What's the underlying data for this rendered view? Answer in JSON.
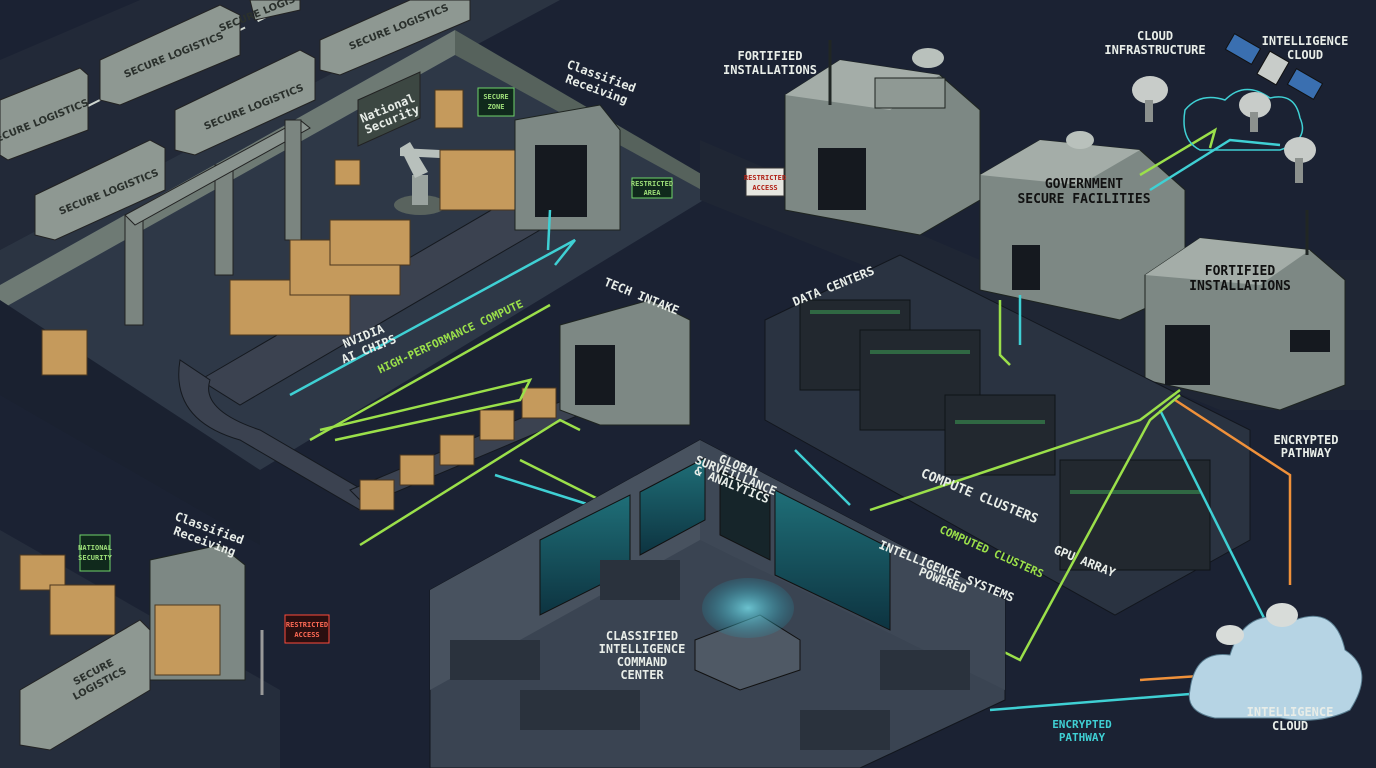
{
  "labels": {
    "classified_receiving_top": [
      "Classified",
      "Receiving"
    ],
    "classified_receiving_bottom": [
      "Classified",
      "Receiving"
    ],
    "national_security_wall": [
      "National",
      "Security"
    ],
    "nvidia_chips": [
      "NVIDIA",
      "AI CHIPS"
    ],
    "high_performance_compute": "HIGH-PERFORMANCE COMPUTE",
    "tech_intake": "TECH INTAKE",
    "fortified_installations_top": [
      "FORTIFIED",
      "INSTALLATIONS"
    ],
    "cloud_infrastructure": [
      "CLOUD",
      "INFRASTRUCTURE"
    ],
    "intelligence_cloud_top": [
      "INTELLIGENCE",
      "CLOUD"
    ],
    "government_secure_facilities": [
      "GOVERNMENT",
      "SECURE FACILITIES"
    ],
    "fortified_installations_right": [
      "FORTIFIED",
      "INSTALLATIONS"
    ],
    "data_centers": "DATA CENTERS",
    "compute_clusters": "COMPUTE CLUSTERS",
    "computed_clusters": "COMPUTED CLUSTERS",
    "gpu_array": "GPU ARRAY",
    "encrypted_pathway_right": [
      "ENCRYPTED",
      "PATHWAY"
    ],
    "encrypted_pathway_bottom": [
      "ENCRYPTED",
      "PATHWAY"
    ],
    "intelligence_cloud_bottom": [
      "INTELLIGENCE",
      "CLOUD"
    ],
    "command_center": [
      "CLASSIFIED",
      "INTELLIGENCE",
      "COMMAND",
      "CENTER"
    ],
    "global_surveillance": [
      "GLOBAL",
      "SURVEILLANCE",
      "& ANALYTICS"
    ],
    "intelligence_systems": [
      "INTELLIGENCE SYSTEMS",
      "POWERED"
    ]
  },
  "trucks": {
    "label_1": "SECURE LOGISTICS",
    "label_2": "SECURE LOGISTICS",
    "label_3": "SECURE LOGISTICS",
    "label_4": "SECURE LOGISTICS",
    "label_5": "SECURE LOGISTICS",
    "label_6": "SECURE LOGISTICS",
    "label_bottom": [
      "SECURE",
      "LOGISTICS"
    ]
  },
  "signs": {
    "receiving_green": [
      "RESTRICTED",
      "AREA"
    ],
    "warehouse_green_small": [
      "SECURE",
      "ZONE"
    ],
    "bottom_national_security": [
      "NATIONAL",
      "SECURITY"
    ],
    "restricted_access": [
      "RESTRICTED",
      "ACCESS"
    ],
    "restricted_access_gate": [
      "RESTRICTED",
      "ACCESS"
    ]
  },
  "colors": {
    "background": "#1b2233",
    "floor": "#2e3847",
    "wall": "#5e6a64",
    "pathway_cyan": "#3fd0d4",
    "pathway_green": "#9be04a",
    "pathway_orange": "#f0913a",
    "crate": "#c59a5c",
    "building": "#8a958c"
  }
}
